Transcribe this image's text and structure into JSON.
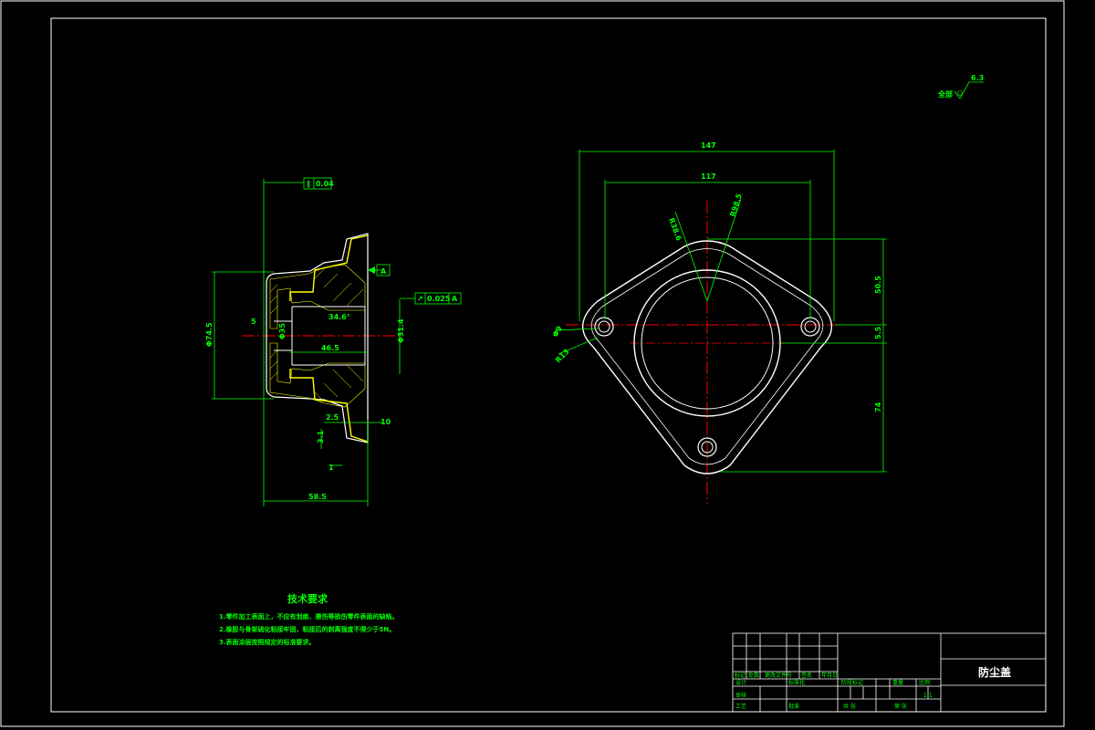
{
  "drawing": {
    "part_name": "防尘盖",
    "scale_mark": "1:1"
  },
  "surface_finish": {
    "label": "全部",
    "value": "6.3"
  },
  "tech_requirements": {
    "title": "技术要求",
    "items": [
      "1.零件加工表面上，不应有划痕、擦伤等损伤零件表面的缺陷。",
      "2.橡胶与骨架硫化粘接牢固，粘接后的剥离强度不得少于5N。",
      "3.表面涂层按照规定的标准要求。"
    ]
  },
  "section_view": {
    "flatness_tol": "0.04",
    "datum_a": "A",
    "runout_tol": "0.025",
    "runout_datum": "A",
    "dim_total_width": "58.5",
    "dim_diameter": "Φ74.5",
    "dim_inner_width": "46.5",
    "dim_angle": "34.6°",
    "dim_bore": "Φ31.4",
    "dim_inner_dia": "Φ35",
    "dim_left": "5",
    "dim_lip": "2.5",
    "dim_flange": "10",
    "dim_lip_h": "3.1",
    "dim_t": "1"
  },
  "plan_view": {
    "dim_overall": "147",
    "dim_holes": "117",
    "dim_r1": "R38.6",
    "dim_r2": "R98.5",
    "dim_up": "50.5",
    "dim_mid": "5.5",
    "dim_down": "74",
    "dim_hole": "Φ9",
    "dim_corner": "R13"
  },
  "title_block": {
    "row_labels": [
      "标记",
      "处数",
      "分区",
      "更改文件号",
      "签名",
      "年月日"
    ],
    "design": "设计",
    "standard": "标准化",
    "stage_labels": [
      "阶段标记",
      "重量",
      "比例"
    ],
    "review": "审核",
    "process": "工艺",
    "approve": "批准",
    "sheets": "共 张",
    "sheet_no": "第 张"
  }
}
